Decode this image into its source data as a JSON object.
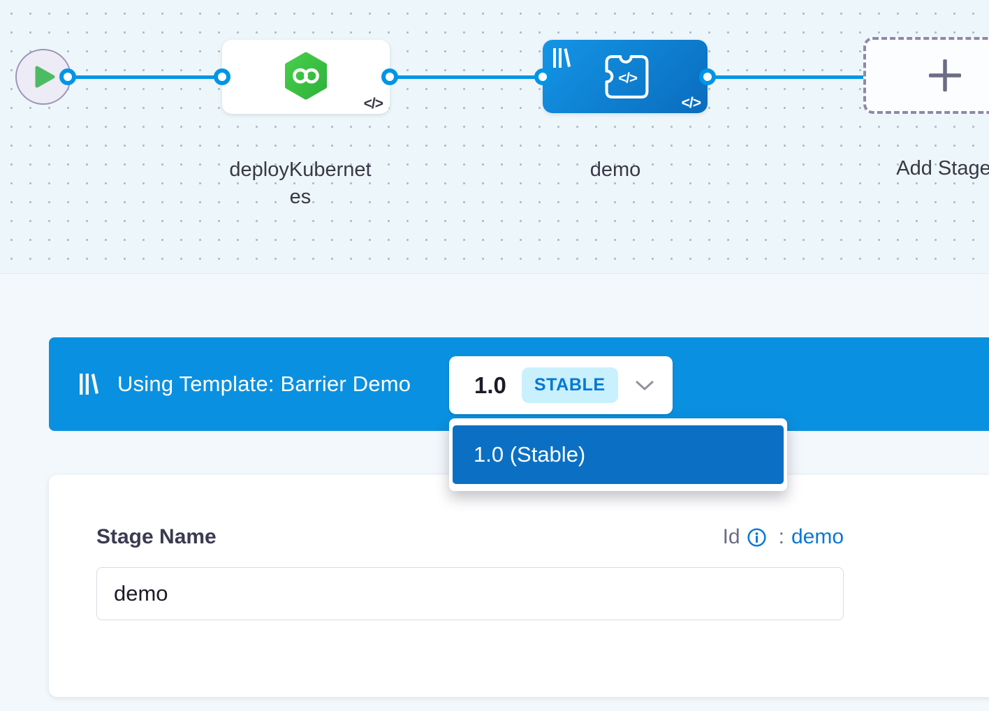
{
  "colors": {
    "accent-blue": "#0095e6",
    "banner-blue": "#0a90e0",
    "dropdown-item-blue": "#0b70c3",
    "link-blue": "#0a78d5",
    "chip-bg": "#c9f0fd",
    "chip-text": "#0278d5",
    "node-green-light": "#47cf4b",
    "node-green-dark": "#2fb13a",
    "start-green": "#4dbb63",
    "muted-purple": "#8d89a8",
    "text-dark": "#383946",
    "text-gray": "#6b6d85"
  },
  "canvas": {
    "stages": [
      {
        "name": "deployKubernetes"
      },
      {
        "name": "demo"
      }
    ],
    "add_stage_label": "Add Stage",
    "code_badge": "</>"
  },
  "template_banner": {
    "label": "Using Template: Barrier Demo",
    "version": "1.0",
    "badge": "STABLE",
    "dropdown": {
      "items": [
        {
          "label": "1.0 (Stable)"
        }
      ]
    }
  },
  "stage_form": {
    "name_label": "Stage Name",
    "id_label": "Id",
    "id_separator": ":",
    "id_value": "demo",
    "name_value": "demo"
  }
}
